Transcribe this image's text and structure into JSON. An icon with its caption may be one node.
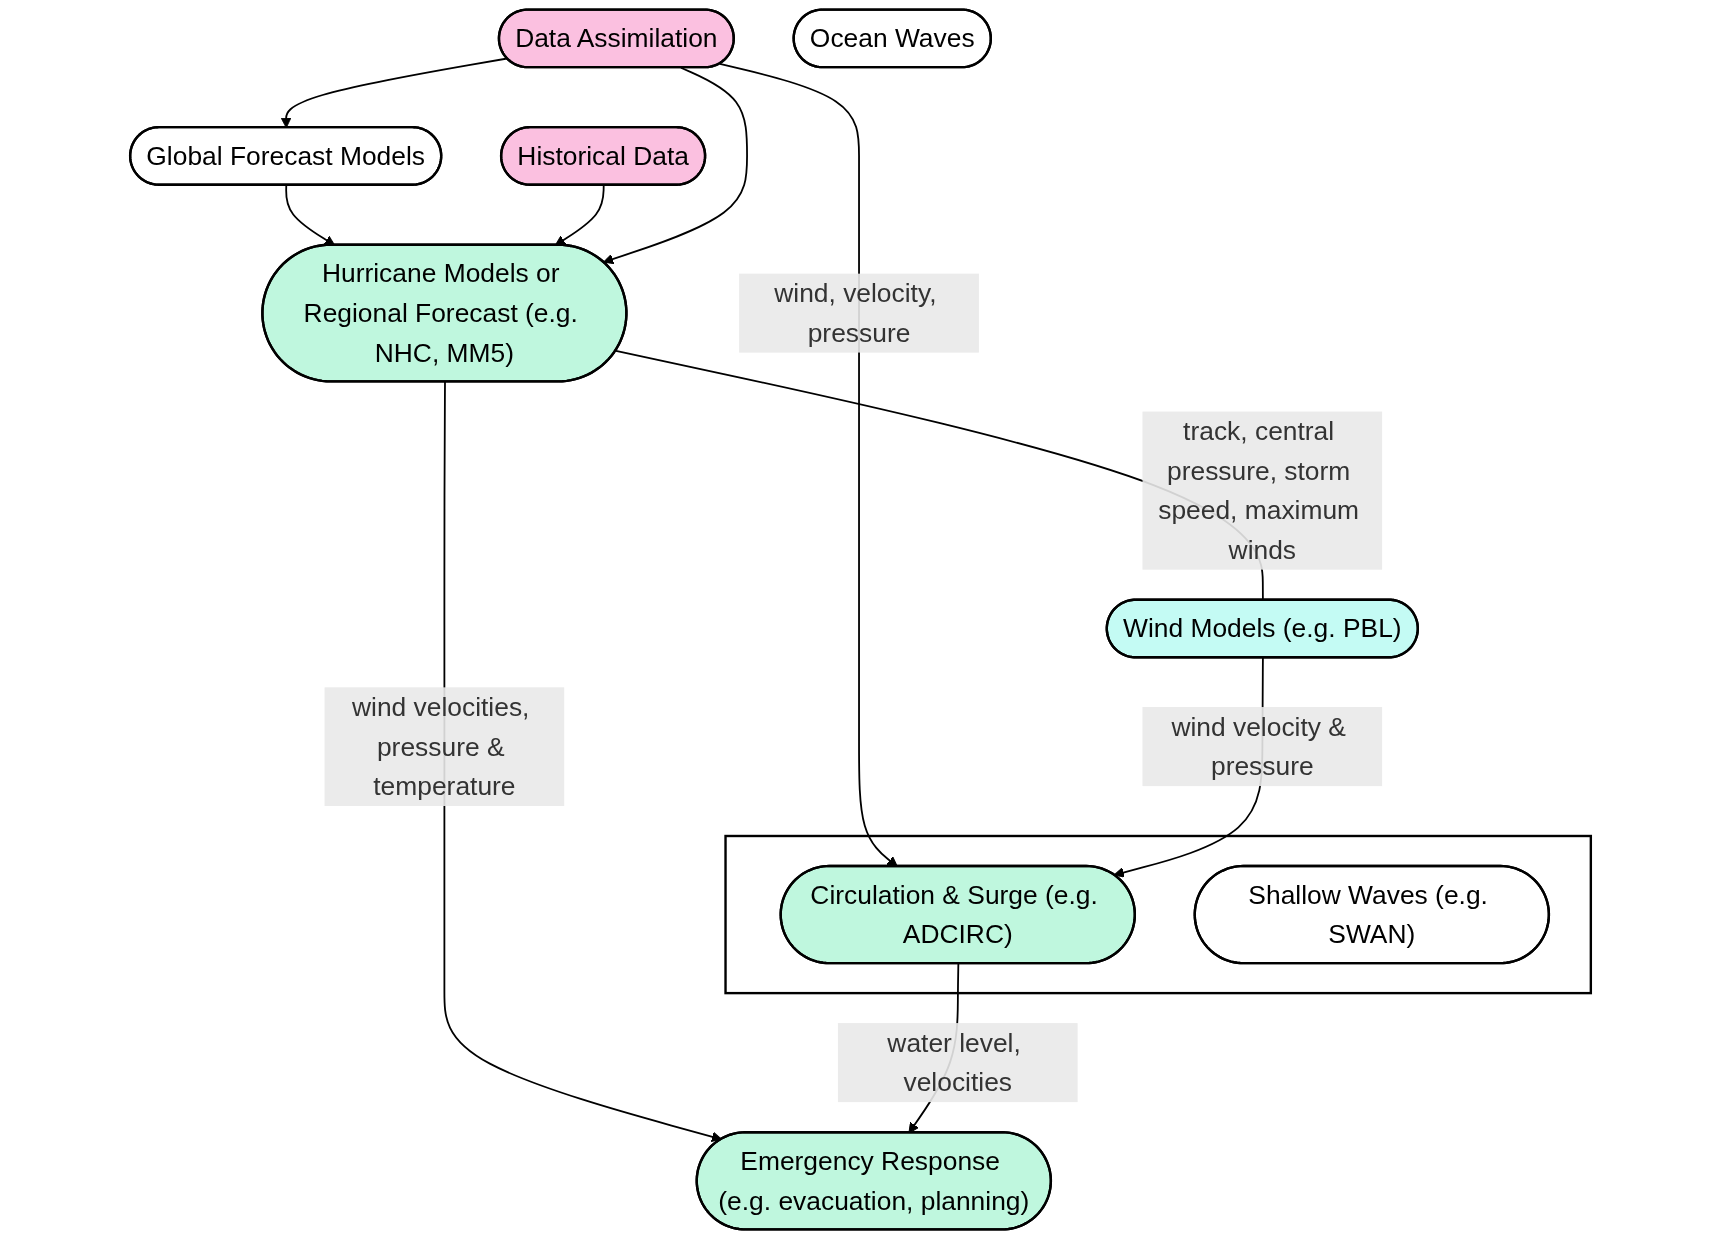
{
  "diagram": {
    "nodes": [
      {
        "text": [
          "Global Forecast Models"
        ]
      },
      {
        "text": [
          "Historical Data"
        ]
      },
      {
        "text": [
          "Data Assimilation"
        ]
      },
      {
        "text": [
          "Hurricane Models or Regional Forecast (e.g. NHC, MM5)"
        ]
      },
      {
        "text": [
          "Wind Models (e.g. PBL)"
        ]
      },
      {
        "text": [],
        "shape": "box"
      },
      {
        "text": [
          "Circulation & Surge (e.g. ADCIRC)"
        ],
        "in": 5
      },
      {
        "text": [
          "Ocean Waves"
        ]
      },
      {
        "text": [
          "Shallow Waves (e.g. SWAN)"
        ],
        "in": 5
      },
      {
        "text": [
          "Emergency Response (e.g. evacuation, planning)"
        ]
      }
    ],
    "edges": [
      {
        "from": 2,
        "to": 0,
        "arrow": "to"
      },
      {
        "from": 0,
        "to": 3,
        "arrow": "to"
      },
      {
        "from": 1,
        "to": 3,
        "arrow": "to"
      },
      {
        "from": 2,
        "to": 3,
        "arrow": "to"
      },
      {
        "from": 2,
        "to": 6,
        "label": "wind, velocity, pressure",
        "arrow": "to"
      },
      {
        "from": 3,
        "to": 4,
        "label": "track, central pressure, storm speed, maximum winds",
        "arrow": "none"
      },
      {
        "from": 4,
        "to": 6,
        "label": "wind velocity & pressure",
        "arrow": "to"
      },
      {
        "from": 3,
        "to": 9,
        "label": "wind velocities, pressure & temperature",
        "arrow": "to"
      },
      {
        "from": 6,
        "to": 9,
        "label": "water level, velocities",
        "arrow": "to"
      }
    ]
  }
}
